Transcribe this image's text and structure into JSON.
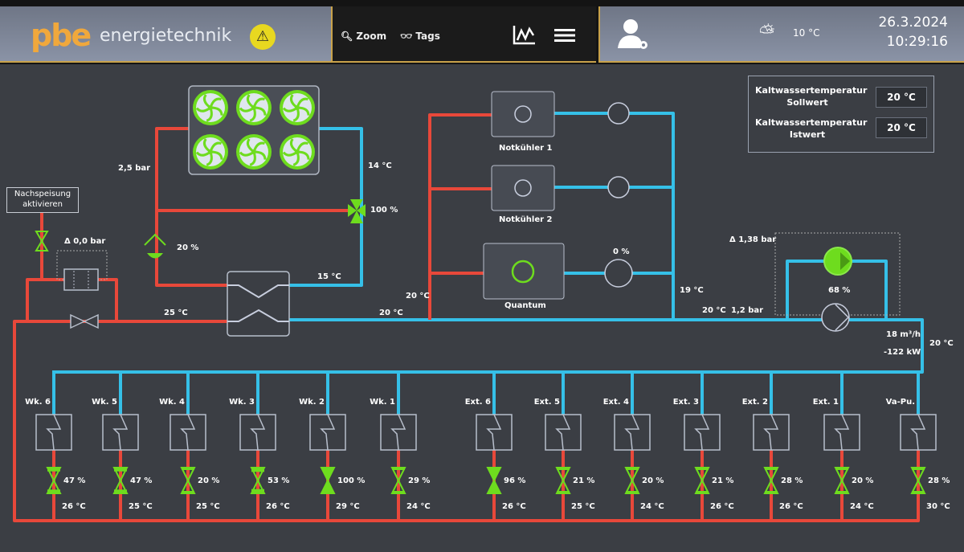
{
  "header": {
    "logo_mark": "pbe",
    "brand": "energietechnik",
    "warning_icon": "warning-triangle-icon",
    "zoom_label": "Zoom",
    "tags_label": "Tags",
    "weather_temp": "10 °C",
    "date": "26.3.2024",
    "time": "10:29:16"
  },
  "colors": {
    "hot_pipe": "#e8483a",
    "cold_pipe": "#35c0e8",
    "active": "#6edc1e",
    "accent_border": "#c9a24a"
  },
  "setpoint_panel": {
    "rows": [
      {
        "label1": "Kaltwassertemperatur",
        "label2": "Sollwert",
        "value": "20 °C"
      },
      {
        "label1": "Kaltwassertemperatur",
        "label2": "Istwert",
        "value": "20 °C"
      }
    ]
  },
  "nachspeisung": {
    "line1": "Nachspeisung",
    "line2": "aktivieren"
  },
  "plant": {
    "recooler_pressure": "2,5 bar",
    "recooler_out_temp": "14 °C",
    "three_way_valve": "100 %",
    "bypass_valve": "20 %",
    "hx_out_temp": "15 °C",
    "filter_dp": "Δ 0,0 bar",
    "return_temp": "25 °C",
    "supply_temp_hx": "20 °C",
    "notkuehler_temp": "20 °C",
    "notkuehler_return": "19 °C",
    "main_supply_temp": "20 °C",
    "main_pressure": "1,2 bar",
    "pump_dp": "Δ 1,38 bar",
    "pump_speed": "68 %",
    "flow": "18 m³/h",
    "power": "-122 kW",
    "riser_temp": "20 °C",
    "chillers": [
      {
        "name": "Notkühler 1"
      },
      {
        "name": "Notkühler 2"
      },
      {
        "name": "Quantum",
        "pump": "0 %"
      }
    ]
  },
  "consumers": [
    {
      "name": "Wk. 6",
      "valve": "47 %",
      "temp": "26 °C",
      "open": 0.47
    },
    {
      "name": "Wk. 5",
      "valve": "47 %",
      "temp": "25 °C",
      "open": 0.47
    },
    {
      "name": "Wk. 4",
      "valve": "20 %",
      "temp": "25 °C",
      "open": 0.2
    },
    {
      "name": "Wk. 3",
      "valve": "53 %",
      "temp": "26 °C",
      "open": 0.53
    },
    {
      "name": "Wk. 2",
      "valve": "100 %",
      "temp": "29 °C",
      "open": 1.0
    },
    {
      "name": "Wk. 1",
      "valve": "29 %",
      "temp": "24 °C",
      "open": 0.29
    },
    {
      "name": "Ext. 6",
      "valve": "96 %",
      "temp": "26 °C",
      "open": 0.96
    },
    {
      "name": "Ext. 5",
      "valve": "21 %",
      "temp": "25 °C",
      "open": 0.21
    },
    {
      "name": "Ext. 4",
      "valve": "20 %",
      "temp": "24 °C",
      "open": 0.2
    },
    {
      "name": "Ext. 3",
      "valve": "21 %",
      "temp": "26 °C",
      "open": 0.21
    },
    {
      "name": "Ext. 2",
      "valve": "28 %",
      "temp": "26 °C",
      "open": 0.28
    },
    {
      "name": "Ext. 1",
      "valve": "20 %",
      "temp": "24 °C",
      "open": 0.2
    },
    {
      "name": "Va-Pu.",
      "valve": "28 %",
      "temp": "30 °C",
      "open": 0.28
    }
  ]
}
